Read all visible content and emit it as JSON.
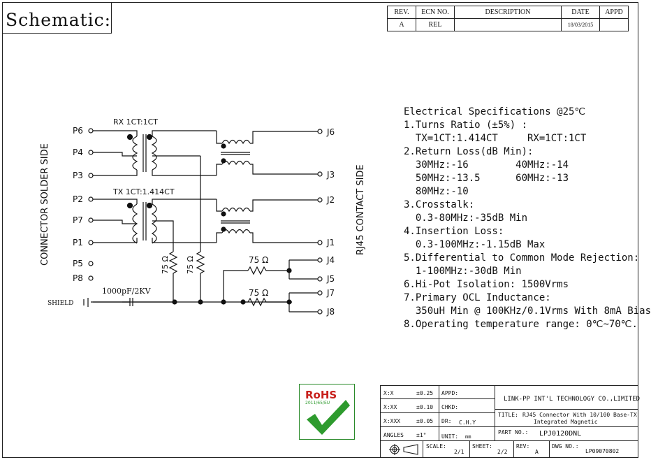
{
  "title": "Schematic:",
  "revision": {
    "headers": [
      "REV.",
      "ECN NO.",
      "DESCRIPTION",
      "DATE",
      "APPD"
    ],
    "row": [
      "A",
      "REL",
      "",
      "18/03/2015",
      ""
    ]
  },
  "diagram": {
    "pins_left": [
      "P6",
      "P4",
      "P3",
      "P2",
      "P7",
      "P1",
      "P5",
      "P8"
    ],
    "pins_right": [
      "J6",
      "J3",
      "J2",
      "J1",
      "J4",
      "J5",
      "J7",
      "J8"
    ],
    "rx_label": "RX 1CT:1CT",
    "tx_label": "TX 1CT:1.414CT",
    "left_side_label": "CONNECTOR SOLDER SIDE",
    "right_side_label": "RJ45 CONTACT SIDE",
    "res_1": "75 Ω",
    "res_2": "75 Ω",
    "res_3": "75 Ω",
    "res_4": "75 Ω",
    "cap_label": "1000pF/2KV",
    "shield_label": "SHIELD"
  },
  "specs": [
    "Electrical Specifications @25℃",
    "1.Turns Ratio (±5%) :",
    "  TX=1CT:1.414CT     RX=1CT:1CT",
    "2.Return Loss(dB Min):",
    "  30MHz:-16        40MHz:-14",
    "  50MHz:-13.5      60MHz:-13",
    "  80MHz:-10",
    "3.Crosstalk:",
    "  0.3-80MHz:-35dB Min",
    "4.Insertion Loss:",
    "  0.3-100MHz:-1.15dB Max",
    "5.Differential to Common Mode Rejection:",
    "  1-100MHz:-30dB Min",
    "6.Hi-Pot Isolation: 1500Vrms",
    "7.Primary OCL Inductance:",
    "  350uH Min @ 100KHz/0.1Vrms With 8mA Bias",
    "8.Operating temperature range: 0℃~70℃."
  ],
  "rohs": {
    "text": "RoHS",
    "sub": "2011/65/EU"
  },
  "titleblock": {
    "tol": [
      [
        "X:X",
        "±0.25"
      ],
      [
        "X:XX",
        "±0.10"
      ],
      [
        "X:XXX",
        "±0.05"
      ],
      [
        "ANGLES",
        "±1°"
      ]
    ],
    "appd": "APPD:",
    "chkd": "CHKD:",
    "dr": "DR:",
    "dr_val": "C.H.Y",
    "unit": "UNIT:",
    "unit_val": "mm",
    "company": "LINK-PP INT'L TECHNOLOGY CO.,LIMITED",
    "title_label": "TITLE:",
    "title_val_1": "RJ45 Connector With 10/100 Base-TX",
    "title_val_2": "Integrated Magnetic",
    "part_label": "PART NO.:",
    "part_val": "LPJ0120DNL",
    "scale_label": "SCALE:",
    "scale_val": "2/1",
    "sheet_label": "SHEET:",
    "sheet_val": "2/2",
    "rev_label": "REV:",
    "rev_val": "A",
    "dwg_label": "DWG NO.:",
    "dwg_val": "LP09070802"
  },
  "colors": {
    "line": "#111111",
    "rohs_green": "#2e9b2e",
    "rohs_red": "#c8201c"
  }
}
